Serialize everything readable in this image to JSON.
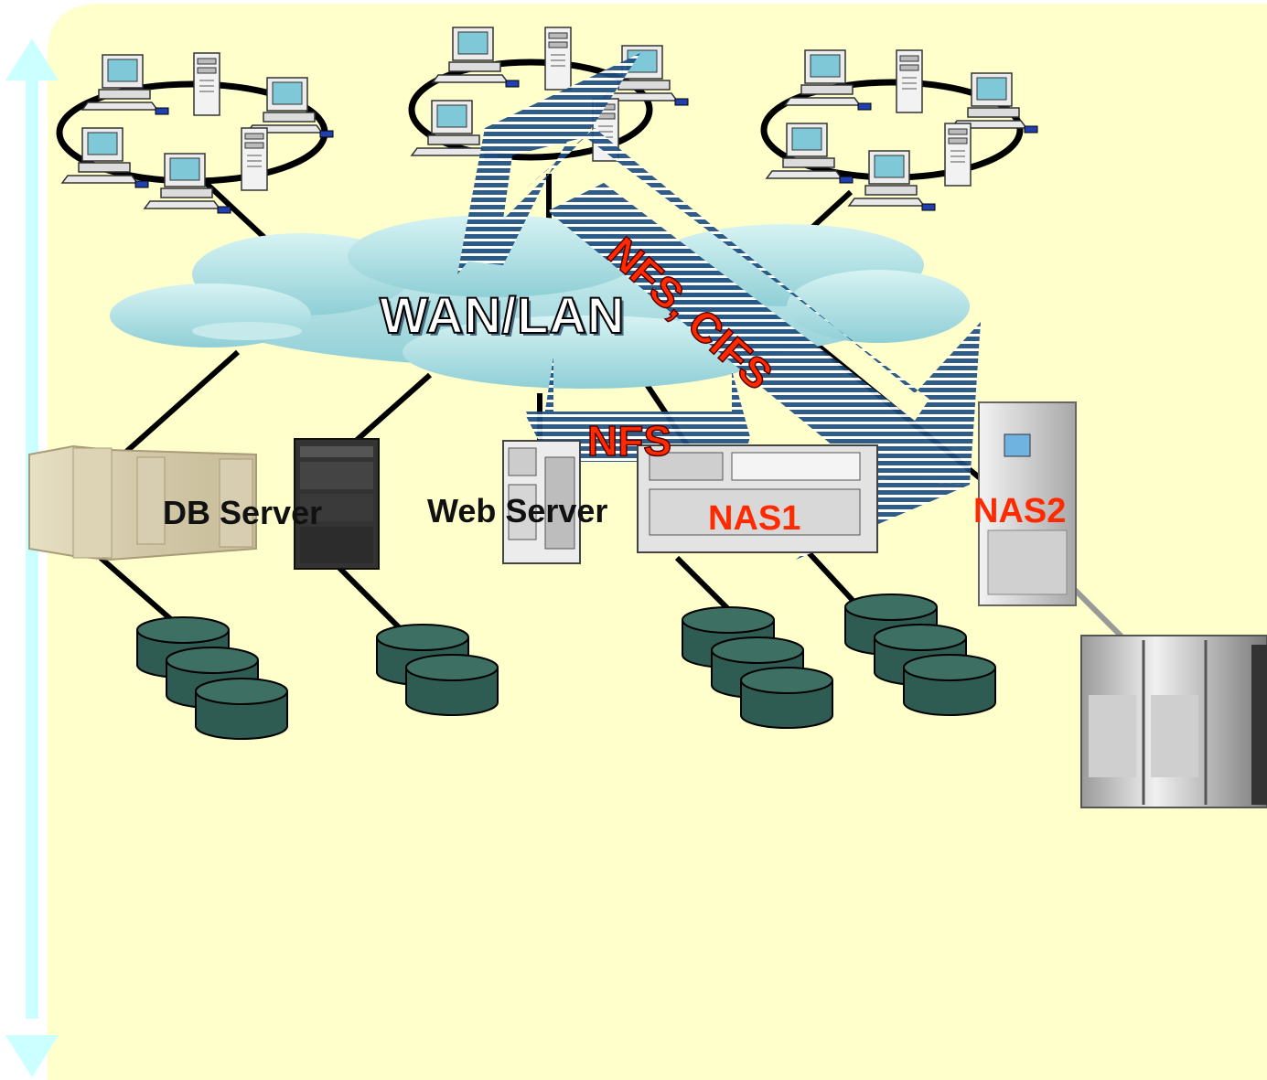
{
  "diagram": {
    "network_label": "WAN/LAN",
    "protocol_wide_label": "NFS, CIFS",
    "protocol_label": "NFS",
    "servers": [
      {
        "key": "db",
        "label": "DB Server"
      },
      {
        "key": "web",
        "label": "Web Server"
      },
      {
        "key": "nas1",
        "label": "NAS1"
      },
      {
        "key": "nas2",
        "label": "NAS2"
      }
    ],
    "colors": {
      "panel": "#ffffcc",
      "arrow_side": "#ccffff",
      "cloud": "#a8dde0",
      "flow_arrow": "#1f4f80",
      "disk": "#2f5c52",
      "label_red": "#ff2a00"
    }
  }
}
